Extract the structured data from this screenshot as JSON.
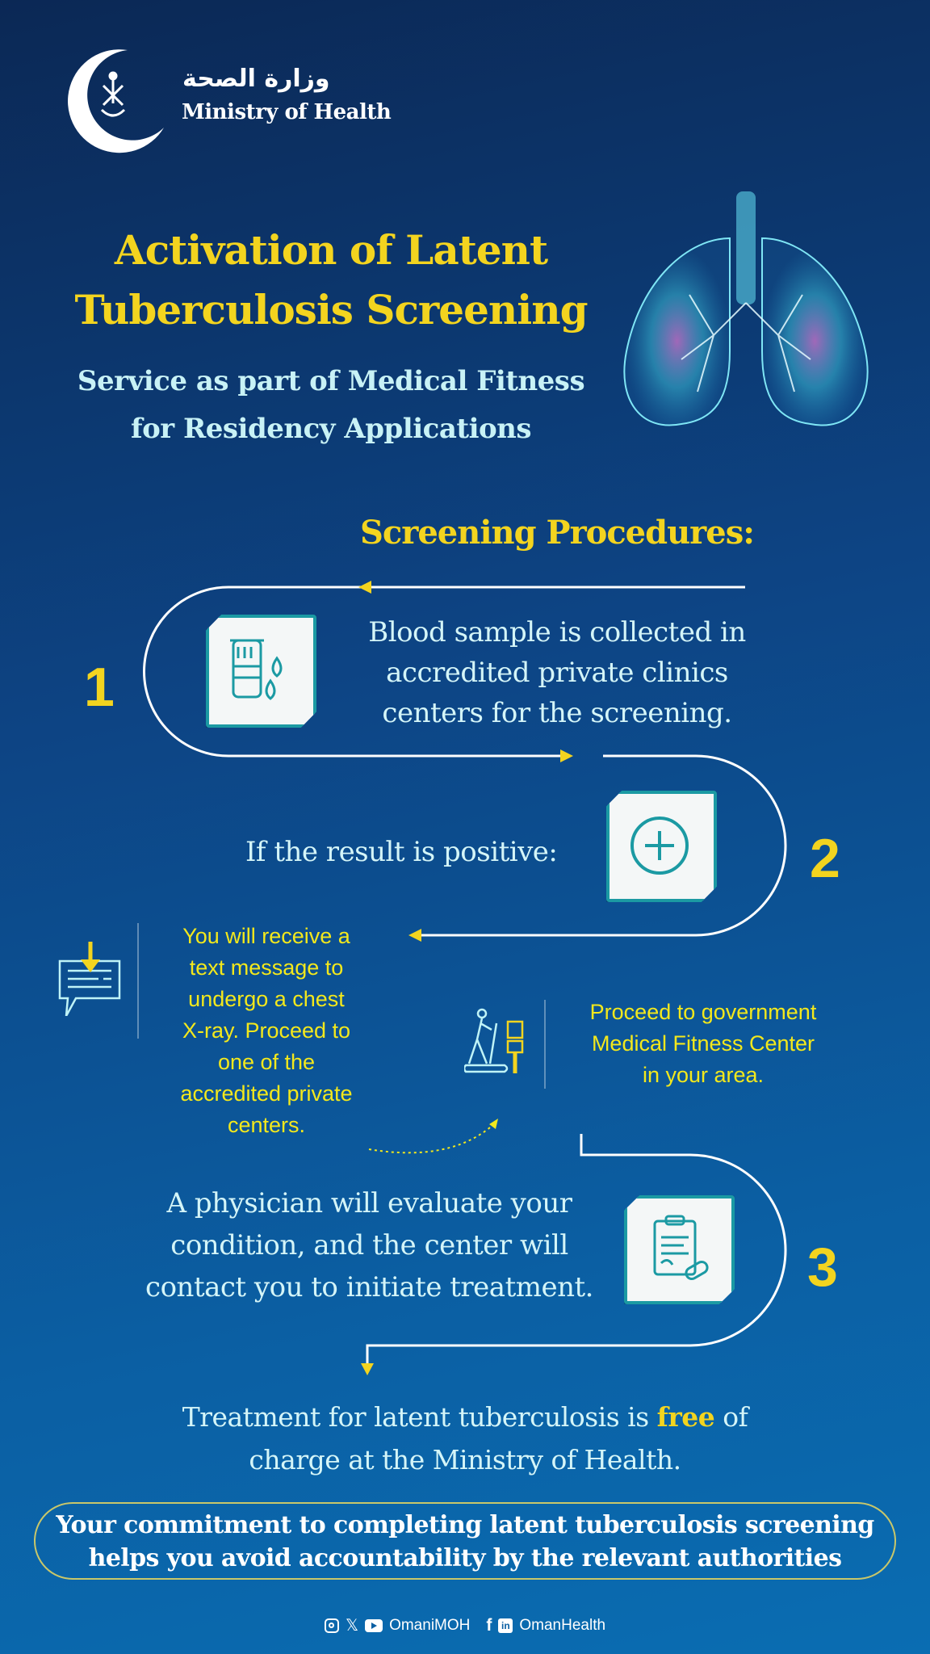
{
  "header": {
    "org_arabic": "وزارة الصحة",
    "org_english": "Ministry of Health"
  },
  "title": {
    "line1": "Activation of Latent",
    "line2": "Tuberculosis Screening"
  },
  "subtitle": {
    "line1": "Service as part of Medical Fitness",
    "line2": "for Residency Applications"
  },
  "procedures": {
    "heading": "Screening Procedures:",
    "step1": {
      "number": "1",
      "lines": [
        "Blood sample is collected in",
        "accredited private clinics",
        "centers for the screening."
      ]
    },
    "step2": {
      "number": "2",
      "text": "If the result is positive:"
    },
    "message_note": {
      "lines": [
        "You will receive a",
        "text message to",
        "undergo a chest",
        "X-ray. Proceed to",
        "one of the",
        "accredited private",
        "centers."
      ]
    },
    "fitness_note": {
      "lines": [
        "Proceed to government",
        "Medical Fitness Center",
        "in your area."
      ]
    },
    "step3": {
      "number": "3",
      "lines": [
        "A physician will evaluate your",
        "condition, and the center will",
        "contact you to initiate treatment."
      ]
    }
  },
  "treatment": {
    "part1": "Treatment for latent tuberculosis is ",
    "free": "free",
    "part2": " of",
    "line2": "charge at the Ministry of Health."
  },
  "commitment": {
    "line1": "Your commitment to completing latent tuberculosis screening",
    "line2": "helps you avoid accountability by the relevant authorities"
  },
  "social": {
    "handle1": "OmaniMOH",
    "handle2": "OmanHealth"
  },
  "colors": {
    "accent_yellow": "#f3d41f",
    "teal": "#1b9aa3",
    "text_light": "#d4f5f8"
  }
}
